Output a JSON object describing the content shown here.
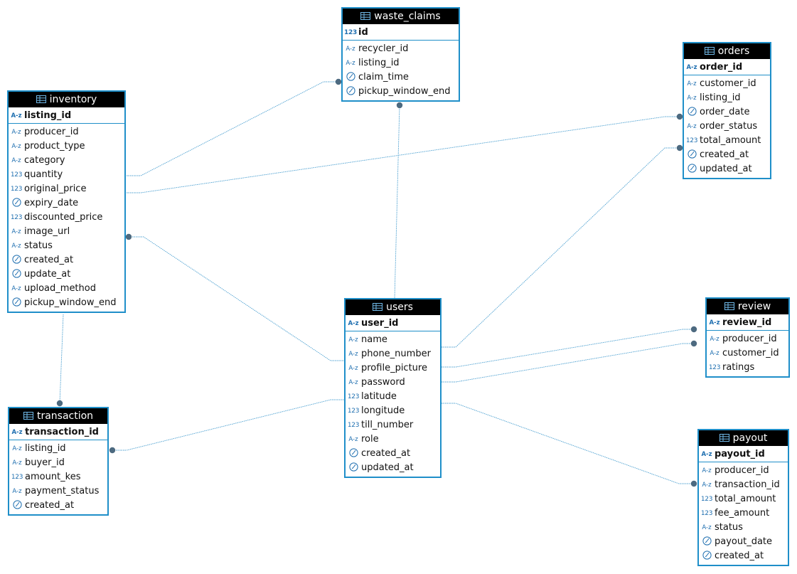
{
  "diagram": {
    "entities": [
      {
        "id": "waste_claims",
        "name": "waste_claims",
        "pk": {
          "type": "number",
          "name": "id"
        },
        "fields": [
          {
            "type": "string",
            "name": "recycler_id"
          },
          {
            "type": "string",
            "name": "listing_id"
          },
          {
            "type": "date",
            "name": "claim_time"
          },
          {
            "type": "date",
            "name": "pickup_window_end"
          }
        ]
      },
      {
        "id": "orders",
        "name": "orders",
        "pk": {
          "type": "string",
          "name": "order_id"
        },
        "fields": [
          {
            "type": "string",
            "name": "customer_id"
          },
          {
            "type": "string",
            "name": "listing_id"
          },
          {
            "type": "date",
            "name": "order_date"
          },
          {
            "type": "string",
            "name": "order_status"
          },
          {
            "type": "number",
            "name": "total_amount"
          },
          {
            "type": "date",
            "name": "created_at"
          },
          {
            "type": "date",
            "name": "updated_at"
          }
        ]
      },
      {
        "id": "inventory",
        "name": "inventory",
        "pk": {
          "type": "string",
          "name": "listing_id"
        },
        "fields": [
          {
            "type": "string",
            "name": "producer_id"
          },
          {
            "type": "string",
            "name": "product_type"
          },
          {
            "type": "string",
            "name": "category"
          },
          {
            "type": "number",
            "name": "quantity"
          },
          {
            "type": "number",
            "name": "original_price"
          },
          {
            "type": "date",
            "name": "expiry_date"
          },
          {
            "type": "number",
            "name": "discounted_price"
          },
          {
            "type": "string",
            "name": "image_url"
          },
          {
            "type": "string",
            "name": "status"
          },
          {
            "type": "date",
            "name": "created_at"
          },
          {
            "type": "date",
            "name": "update_at"
          },
          {
            "type": "string",
            "name": "upload_method"
          },
          {
            "type": "date",
            "name": "pickup_window_end"
          }
        ]
      },
      {
        "id": "users",
        "name": "users",
        "pk": {
          "type": "string",
          "name": "user_id"
        },
        "fields": [
          {
            "type": "string",
            "name": "name"
          },
          {
            "type": "string",
            "name": "phone_number"
          },
          {
            "type": "string",
            "name": "profile_picture"
          },
          {
            "type": "string",
            "name": "password"
          },
          {
            "type": "number",
            "name": "latitude"
          },
          {
            "type": "number",
            "name": "longitude"
          },
          {
            "type": "number",
            "name": "till_number"
          },
          {
            "type": "string",
            "name": "role"
          },
          {
            "type": "date",
            "name": "created_at"
          },
          {
            "type": "date",
            "name": "updated_at"
          }
        ]
      },
      {
        "id": "review",
        "name": "review",
        "pk": {
          "type": "string",
          "name": "review_id"
        },
        "fields": [
          {
            "type": "string",
            "name": "producer_id"
          },
          {
            "type": "string",
            "name": "customer_id"
          },
          {
            "type": "number",
            "name": "ratings"
          }
        ]
      },
      {
        "id": "transaction",
        "name": "transaction",
        "pk": {
          "type": "string",
          "name": "transaction_id"
        },
        "fields": [
          {
            "type": "string",
            "name": "listing_id"
          },
          {
            "type": "string",
            "name": "buyer_id"
          },
          {
            "type": "number",
            "name": "amount_kes"
          },
          {
            "type": "string",
            "name": "payment_status"
          },
          {
            "type": "date",
            "name": "created_at"
          }
        ]
      },
      {
        "id": "payout",
        "name": "payout",
        "pk": {
          "type": "string",
          "name": "payout_id"
        },
        "fields": [
          {
            "type": "string",
            "name": "producer_id"
          },
          {
            "type": "string",
            "name": "transaction_id"
          },
          {
            "type": "number",
            "name": "total_amount"
          },
          {
            "type": "number",
            "name": "fee_amount"
          },
          {
            "type": "string",
            "name": "status"
          },
          {
            "type": "date",
            "name": "payout_date"
          },
          {
            "type": "date",
            "name": "created_at"
          }
        ]
      }
    ],
    "type_labels": {
      "string": "A-z",
      "number": "123"
    },
    "colors": {
      "border": "#1f8fc9",
      "header_bg": "#000000",
      "link_line": "#4a9fd0",
      "link_dot": "#4d6a80"
    }
  }
}
